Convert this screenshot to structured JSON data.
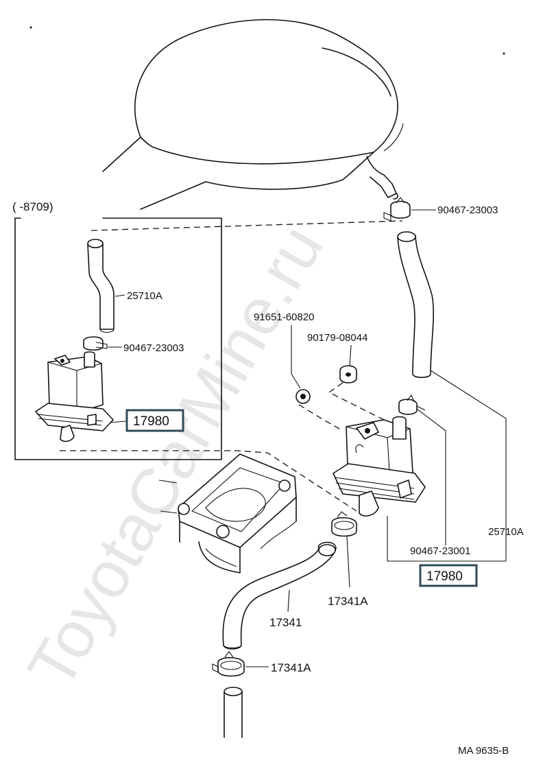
{
  "date_range": "(        -8709)",
  "labels": {
    "left_hose": "25710A",
    "left_clamp": "90467-23003",
    "left_part_box": "17980",
    "top_clamp": "90467-23003",
    "bolt": "91651-60820",
    "grommet": "90179-08044",
    "right_hose": "25710A",
    "right_clamp": "90467-23001",
    "right_part_box": "17980",
    "clamp_a": "17341A",
    "hose": "17341",
    "clamp_b": "17341A"
  },
  "footer_code": "MA  9635-B",
  "watermark": "ToyotaCarMine.ru"
}
